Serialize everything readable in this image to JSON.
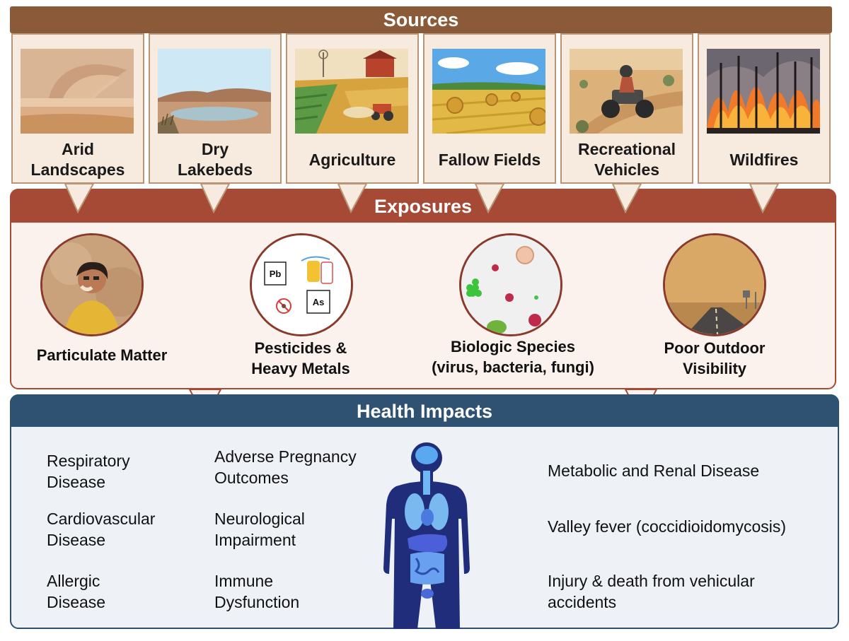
{
  "sources": {
    "title": "Sources",
    "items": [
      {
        "line1": "Arid",
        "line2": "Landscapes"
      },
      {
        "line1": "Dry",
        "line2": "Lakebeds"
      },
      {
        "line1": "Agriculture",
        "line2": ""
      },
      {
        "line1": "Fallow Fields",
        "line2": ""
      },
      {
        "line1": "Recreational",
        "line2": "Vehicles"
      },
      {
        "line1": "Wildfires",
        "line2": ""
      }
    ]
  },
  "exposures": {
    "title": "Exposures",
    "items": [
      {
        "line1": "Particulate Matter",
        "line2": ""
      },
      {
        "line1": "Pesticides &",
        "line2": "Heavy Metals"
      },
      {
        "line1": "Biologic Species",
        "line2": "(virus, bacteria, fungi)"
      },
      {
        "line1": "Poor Outdoor",
        "line2": "Visibility"
      }
    ],
    "element_symbols": {
      "lead": "Pb",
      "arsenic": "As"
    }
  },
  "health": {
    "title": "Health Impacts",
    "col1": [
      {
        "line1": "Respiratory",
        "line2": "Disease"
      },
      {
        "line1": "Cardiovascular",
        "line2": "Disease"
      },
      {
        "line1": "Allergic",
        "line2": "Disease"
      }
    ],
    "col2": [
      {
        "line1": "Adverse Pregnancy",
        "line2": "Outcomes"
      },
      {
        "line1": "Neurological",
        "line2": "Impairment"
      },
      {
        "line1": "Immune",
        "line2": "Dysfunction"
      }
    ],
    "col3": [
      {
        "line1": "Metabolic and Renal Disease",
        "line2": ""
      },
      {
        "line1": "Valley fever (coccidioidomycosis)",
        "line2": ""
      },
      {
        "line1": "Injury & death from vehicular",
        "line2": "accidents"
      }
    ]
  },
  "colors": {
    "sources": "#8b5a38",
    "exposures": "#a64a35",
    "health": "#2f5273"
  }
}
